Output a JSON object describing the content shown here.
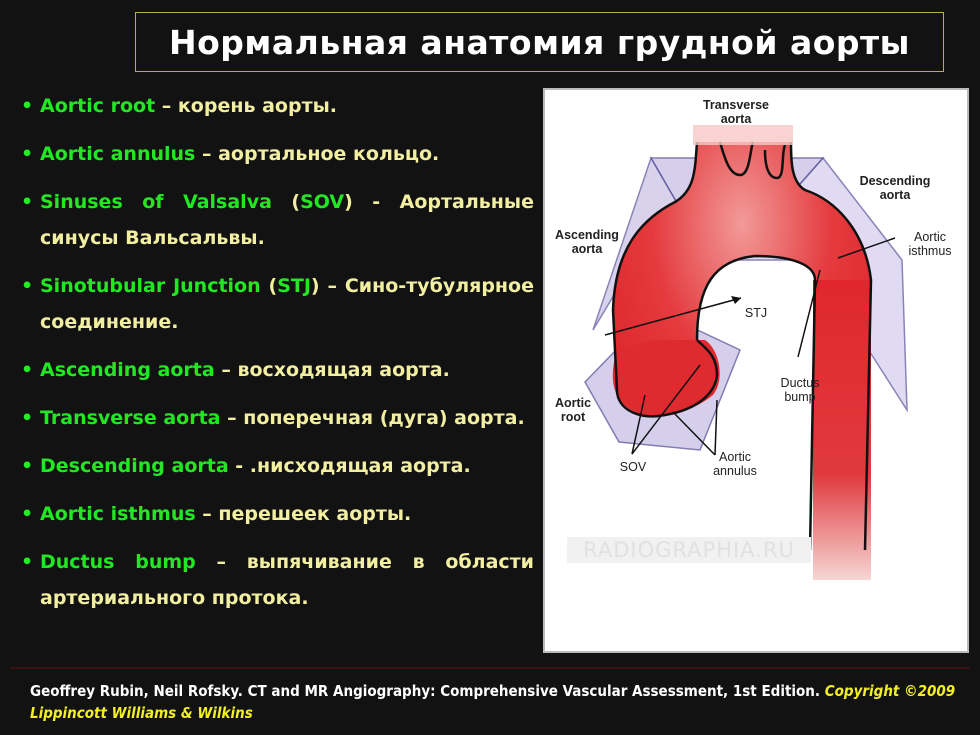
{
  "slide": {
    "title": "Нормальная анатомия грудной аорты",
    "colors": {
      "background": "#121212",
      "title_border": "#b5b04a",
      "term_green": "#22e822",
      "translation_yellow": "#f2efa0",
      "copyright_yellow": "#f3ee2a",
      "aorta_red": "#e0262e",
      "plane_violet": "#c8c0e6"
    }
  },
  "bullets": [
    {
      "term": "Aortic root",
      "abbr": "",
      "separator": " – ",
      "translation": "корень аорты."
    },
    {
      "term": "Aortic annulus",
      "abbr": "",
      "separator": " – ",
      "translation": "аортальное кольцо."
    },
    {
      "term": "Sinuses of Valsalva",
      "abbr": "SOV",
      "separator": " - ",
      "translation": "Аортальные синусы Вальсальвы."
    },
    {
      "term": "Sinotubular Junction",
      "abbr": "STJ",
      "separator": " – ",
      "translation": "Сино-тубулярное соединение."
    },
    {
      "term": "Ascending aorta",
      "abbr": "",
      "separator": " – ",
      "translation": "восходящая аорта."
    },
    {
      "term": "Transverse aorta",
      "abbr": "",
      "separator": " – ",
      "translation": "поперечная (дуга) аорта."
    },
    {
      "term": "Descending aorta",
      "abbr": "",
      "separator": " - ",
      "translation": ".нисходящая аорта."
    },
    {
      "term": "Aortic isthmus",
      "abbr": "",
      "separator": " – ",
      "translation": "перешеек аорты."
    },
    {
      "term": "Ductus bump",
      "abbr": "",
      "separator": " – ",
      "translation": "выпячивание в области артериального протока."
    }
  ],
  "diagram": {
    "labels": {
      "transverse_aorta": "Transverse aorta",
      "descending_aorta": "Descending aorta",
      "ascending_aorta": "Ascending aorta",
      "aortic_isthmus": "Aortic isthmus",
      "stj": "STJ",
      "ductus_bump": "Ductus bump",
      "aortic_root": "Aortic root",
      "sov": "SOV",
      "aortic_annulus": "Aortic annulus"
    },
    "watermark": "RADIOGRAPHIA.RU"
  },
  "footer": {
    "citation": "Geoffrey Rubin, Neil Rofsky. CT and MR Angiography: Comprehensive Vascular Assessment, 1st Edition.",
    "copyright": "Copyright ©2009 Lippincott Williams & Wilkins"
  }
}
